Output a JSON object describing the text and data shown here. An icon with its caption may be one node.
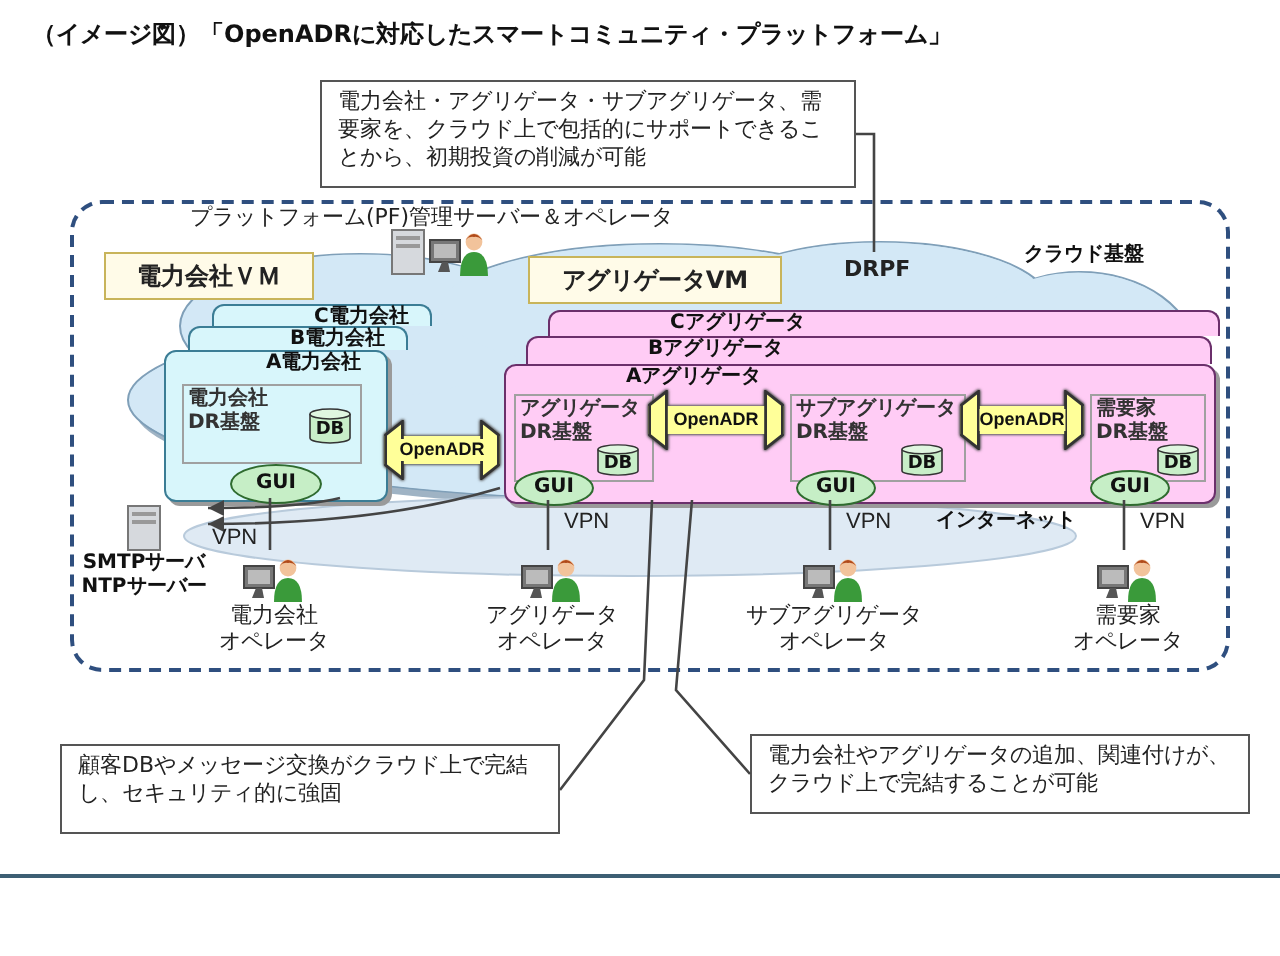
{
  "diagram": {
    "title": "（イメージ図）「OpenADRに対応したスマートコミュニティ・プラットフォーム」",
    "nodes": [
      {
        "text": [
          "電力会社・アグリゲータ・サブアグリゲータ、需要家を、クラウド上で包括的にサポートできることから、初期投資の削減が可能"
        ]
      },
      {
        "text": [
          "プラットフォーム(PF)管理サーバー＆オペレータ"
        ]
      },
      {
        "text": [
          "DRPF"
        ],
        "in": 1
      },
      {
        "text": [
          "電力会社ＶＭ"
        ],
        "in": 1
      },
      {
        "text": [
          "アグリゲータVM"
        ],
        "in": 1
      },
      {
        "text": [
          "C電力会社"
        ],
        "in": 1
      },
      {
        "text": [
          "B電力会社"
        ],
        "in": 1
      },
      {
        "text": [
          "A電力会社"
        ],
        "in": 1
      },
      {
        "text": [
          "電力会社",
          "DR基盤"
        ],
        "in": 7
      },
      {
        "text": [
          "DB"
        ],
        "in": 8
      },
      {
        "text": [
          "GUI"
        ],
        "in": 7
      },
      {
        "text": [
          "Cアグリゲータ"
        ],
        "in": 1
      },
      {
        "text": [
          "Bアグリゲータ"
        ],
        "in": 1
      },
      {
        "text": [
          "Aアグリゲータ"
        ],
        "in": 1
      },
      {
        "text": [
          "アグリゲータ",
          "DR基盤"
        ],
        "in": 13
      },
      {
        "text": [
          "DB"
        ],
        "in": 14
      },
      {
        "text": [
          "GUI"
        ],
        "in": 13
      },
      {
        "text": [
          "サブアグリゲータ",
          "DR基盤"
        ],
        "in": 13
      },
      {
        "text": [
          "DB"
        ],
        "in": 17
      },
      {
        "text": [
          "GUI"
        ],
        "in": 13
      },
      {
        "text": [
          "需要家",
          "DR基盤"
        ],
        "in": 13
      },
      {
        "text": [
          "DB"
        ],
        "in": 20
      },
      {
        "text": [
          "GUI"
        ],
        "in": 13
      },
      {
        "text": [
          "電力会社",
          "オペレータ"
        ],
        "in": 1
      },
      {
        "text": [
          "アグリゲータ",
          "オペレータ"
        ],
        "in": 1
      },
      {
        "text": [
          "サブアグリゲータ",
          "オペレータ"
        ],
        "in": 1
      },
      {
        "text": [
          "需要家",
          "オペレータ"
        ],
        "in": 1
      },
      {
        "text": [
          "SMTPサーバ",
          "NTPサーバー"
        ],
        "in": 1
      },
      {
        "text": [
          "顧客DBやメッセージ交換がクラウド上で完結し、セキュリティ的に強固"
        ]
      },
      {
        "text": [
          "電力会社やアグリゲータの追加、関連付けが、クラウド上で完結することが可能"
        ]
      }
    ],
    "edges": [
      {
        "from": 0,
        "to": 2,
        "arrow": "none"
      },
      {
        "from": 7,
        "to": 13,
        "arrow": "both",
        "label": "OpenADR",
        "style": "thick",
        "color": "#ffff99"
      },
      {
        "from": 14,
        "to": 17,
        "arrow": "both",
        "label": "OpenADR",
        "style": "thick",
        "color": "#ffff99"
      },
      {
        "from": 17,
        "to": 20,
        "arrow": "both",
        "label": "OpenADR",
        "style": "thick",
        "color": "#ffff99"
      },
      {
        "from": 10,
        "to": 23,
        "arrow": "none",
        "label": "VPN"
      },
      {
        "from": 16,
        "to": 24,
        "arrow": "none",
        "label": "VPN"
      },
      {
        "from": 19,
        "to": 25,
        "arrow": "none",
        "label": "VPN"
      },
      {
        "from": 22,
        "to": 26,
        "arrow": "none",
        "label": "VPN"
      },
      {
        "from": 7,
        "to": 27,
        "arrow": "to"
      },
      {
        "from": 13,
        "to": 27,
        "arrow": "to"
      },
      {
        "from": 28,
        "to": 13,
        "arrow": "none"
      },
      {
        "from": 29,
        "to": 13,
        "arrow": "none"
      }
    ],
    "labels": [
      "クラウド基盤",
      "インターネット"
    ]
  }
}
